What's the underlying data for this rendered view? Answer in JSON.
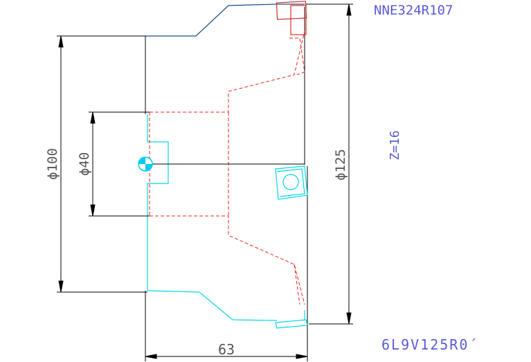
{
  "part_number": "NNE324R107",
  "teeth": "Z=16",
  "insert_code": "6L9V125R0´",
  "dimensions": {
    "outer_diameter": "ϕ125",
    "body_diameter": "ϕ100",
    "bore_diameter": "ϕ40",
    "height": "63"
  },
  "colors": {
    "outline": "#1a4a8a",
    "dimension": "#000000",
    "hidden": "#ee2222",
    "cyan": "#00d8e8",
    "text": "#5a5ad8",
    "center_mark": "#00ccee"
  }
}
